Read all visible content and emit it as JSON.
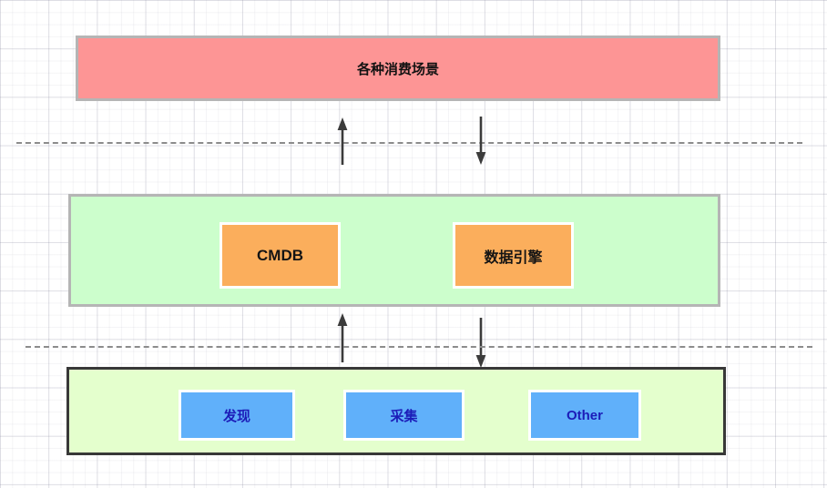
{
  "diagram": {
    "top_layer": {
      "label": "各种消费场景",
      "fill": "#fd9595",
      "border": "#b5b5b5"
    },
    "middle_layer": {
      "fill": "#ccfecc",
      "border": "#b5b5b5",
      "items": [
        {
          "label": "CMDB",
          "fill": "#fbae5c",
          "text_color": "#141414"
        },
        {
          "label": "数据引擎",
          "fill": "#fbae5c",
          "text_color": "#141414"
        }
      ]
    },
    "bottom_layer": {
      "fill": "#e4ffcd",
      "border": "#383838",
      "items": [
        {
          "label": "发现",
          "fill": "#60b0fa",
          "text_color": "#1c1cb8"
        },
        {
          "label": "采集",
          "fill": "#60b0fa",
          "text_color": "#1c1cb8"
        },
        {
          "label": "Other",
          "fill": "#60b0fa",
          "text_color": "#1c1cb8"
        }
      ]
    },
    "separators": [
      {
        "style": "dashed",
        "between": "top_layer/middle_layer"
      },
      {
        "style": "dashed",
        "between": "middle_layer/bottom_layer"
      }
    ],
    "connectors": [
      {
        "direction": "up",
        "between": "middle_layer -> top_layer"
      },
      {
        "direction": "down",
        "between": "top_layer -> middle_layer"
      },
      {
        "direction": "up",
        "between": "bottom_layer -> middle_layer"
      },
      {
        "direction": "down",
        "between": "middle_layer -> bottom_layer"
      }
    ],
    "colors": {
      "arrow": "#3b3b3b",
      "separator": "#8c8c8c",
      "grid_minor": "#f2f2f5",
      "grid_major": "#e3e3e8",
      "background": "#ffffff"
    }
  }
}
